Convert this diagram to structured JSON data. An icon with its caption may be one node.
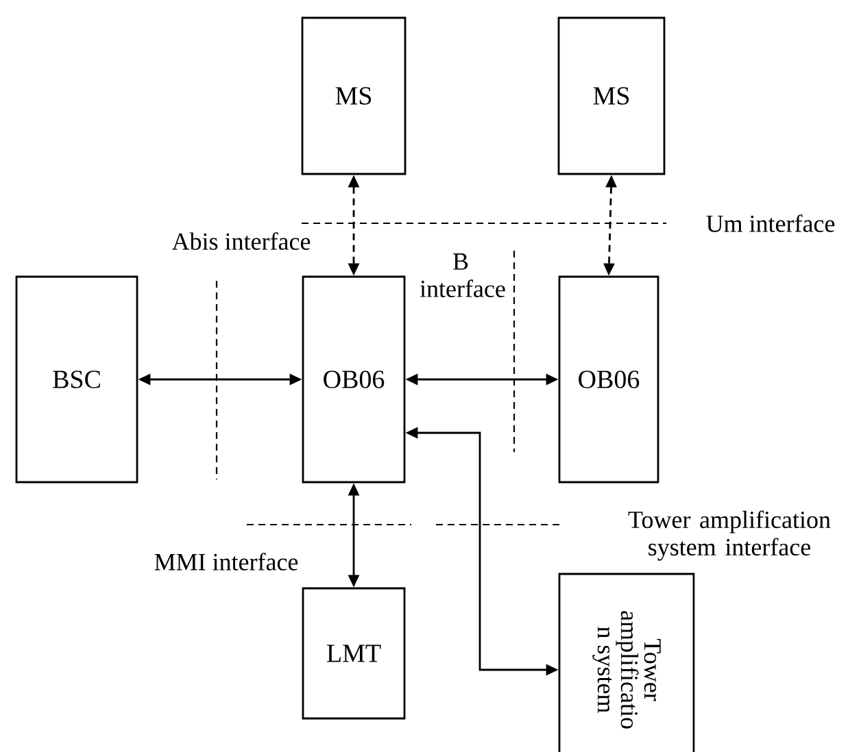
{
  "diagram": {
    "nodes": [
      {
        "text": [
          "BSC"
        ]
      },
      {
        "text": [
          "OB06"
        ]
      },
      {
        "text": [
          "OB06"
        ]
      },
      {
        "text": [
          "MS"
        ]
      },
      {
        "text": [
          "MS"
        ]
      },
      {
        "text": [
          "LMT"
        ]
      },
      {
        "text": [
          "Tower amplificatio n system"
        ]
      }
    ],
    "edges": [
      {
        "from": 0,
        "to": 1,
        "arrow": "both"
      },
      {
        "from": 1,
        "to": 2,
        "arrow": "both"
      },
      {
        "from": 3,
        "to": 1,
        "arrow": "both",
        "style": "dashed"
      },
      {
        "from": 4,
        "to": 2,
        "arrow": "both",
        "style": "dashed"
      },
      {
        "from": 1,
        "to": 5,
        "arrow": "both"
      },
      {
        "from": 1,
        "to": 6,
        "arrow": "both"
      }
    ],
    "labels": [
      "Abis interface",
      "Um interface",
      "B interface",
      "Tower amplification system interface",
      "MMI interface"
    ]
  }
}
